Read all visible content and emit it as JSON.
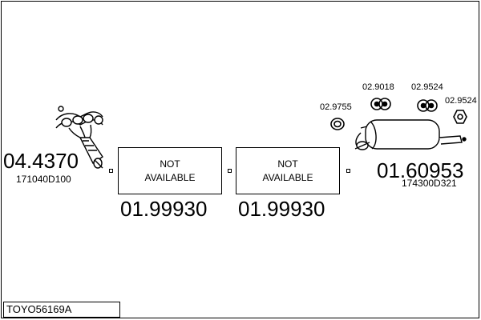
{
  "diagram": {
    "id_label": "TOYO56169A",
    "parts": [
      {
        "price": "04.4370",
        "code": "171040D100"
      },
      {
        "status_line1": "NOT",
        "status_line2": "AVAILABLE",
        "price": "01.99930"
      },
      {
        "status_line1": "NOT",
        "status_line2": "AVAILABLE",
        "price": "01.99930"
      },
      {
        "price": "01.60953",
        "code": "174300D321"
      }
    ],
    "accessories": [
      {
        "price": "02.9755"
      },
      {
        "price": "02.9018"
      },
      {
        "price": "02.9524"
      },
      {
        "price": "02.9524"
      }
    ]
  }
}
